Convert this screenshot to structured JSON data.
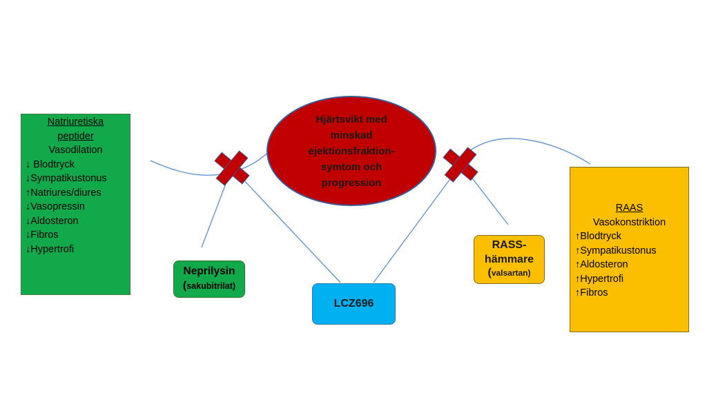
{
  "natriuretic": {
    "title_line1": "Natriuretiska",
    "title_line2": "peptider",
    "subtitle": "Vasodilation",
    "items": [
      "↓ Blodtryck",
      "↓Sympatikustonus",
      "↑Natriures/diures",
      "↓Vasopressin",
      "↓Aldosteron",
      "↓Fibros",
      "↓Hypertrofi"
    ]
  },
  "center": {
    "lines": [
      "Hjärtsvikt med",
      "minskad",
      "ejektionsfraktion-",
      "symtom och",
      "progression"
    ]
  },
  "neprilysin": {
    "name": "Neprilysin",
    "paren_open": "(",
    "drug": "sakubitrilat)"
  },
  "lcz": {
    "label": "LCZ696"
  },
  "rass": {
    "line1": "RASS-",
    "line2": "hämmare",
    "paren_open": "(",
    "drug": "valsartan)"
  },
  "raas": {
    "title": "RAAS",
    "subtitle": "Vasokonstriktion",
    "items": [
      "↑Blodtryck",
      "↑Sympatikustonus",
      "↑Aldosteron",
      "↑Hypertrofi",
      "↑Fibros"
    ]
  },
  "colors": {
    "green": "#12a94a",
    "red": "#c00000",
    "blue": "#00b0f0",
    "amber": "#fbbf00",
    "line": "#5b8fd0"
  }
}
